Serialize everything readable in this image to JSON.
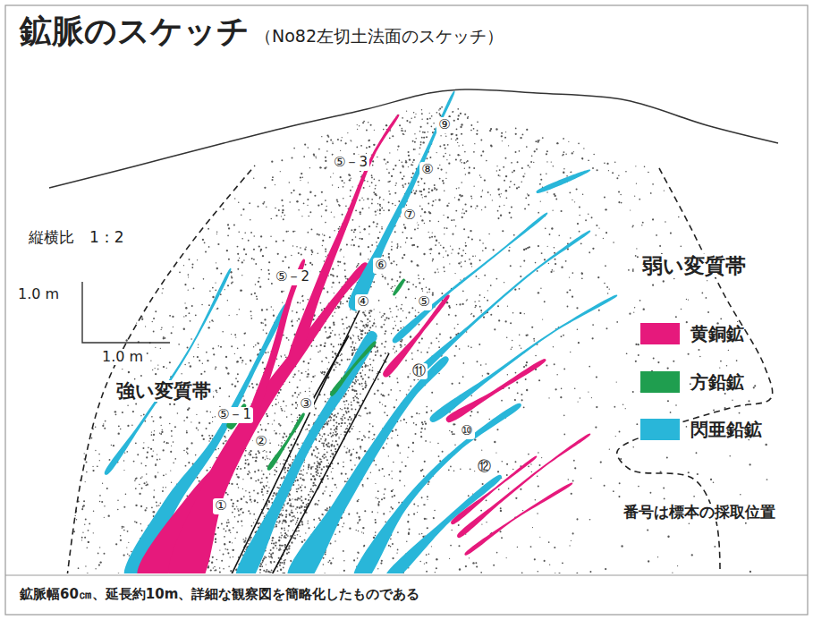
{
  "diagram": {
    "title": "鉱脈のスケッチ",
    "caption": "鉱脈幅60㎝、延長約10m、詳細な観察図を簡略化したものである",
    "labels": [
      "（No82左切土法面のスケッチ）",
      "縦横比　1：2",
      "1.0 m",
      "1.0 m",
      "強い変質帯",
      "弱い変質帯",
      "番号は標本の採取位置",
      "⑨",
      "⑧",
      "⑤－3",
      "⑦",
      "⑥",
      "⑤－2",
      "④",
      "⑤",
      "⑤－1",
      "③",
      "⑪",
      "②",
      "⑩",
      "⑫",
      "①"
    ],
    "legend": [
      {
        "text": "黄銅鉱",
        "color": "#e6197c"
      },
      {
        "text": "方鉛鉱",
        "color": "#1f9e4f"
      },
      {
        "text": "閃亜鉛鉱",
        "color": "#29b6d9"
      }
    ]
  }
}
